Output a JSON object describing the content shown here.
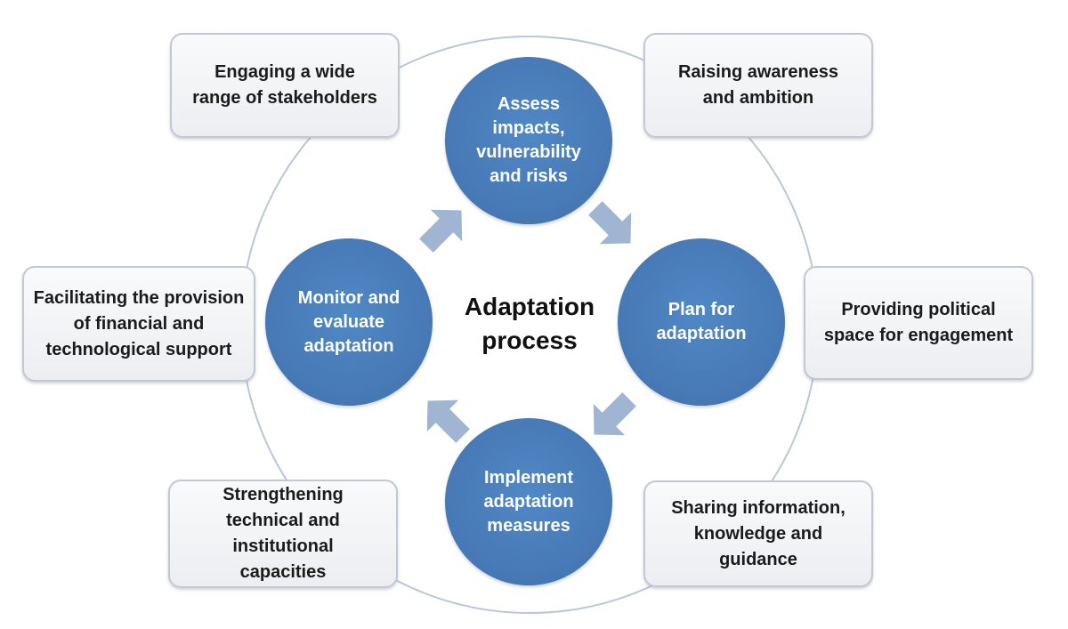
{
  "center": {
    "title": "Adaptation\nprocess"
  },
  "steps": {
    "assess": "Assess\nimpacts,\nvulnerability\nand risks",
    "plan": "Plan for\nadaptation",
    "implement": "Implement\nadaptation\nmeasures",
    "monitor": "Monitor and\nevaluate\nadaptation"
  },
  "activities": {
    "engaging": "Engaging a wide\nrange of stakeholders",
    "raising": "Raising awareness\nand ambition",
    "facilitating": "Facilitating the provision\nof financial and\ntechnological support",
    "providing": "Providing political\nspace for engagement",
    "strengthening": "Strengthening\ntechnical and\ninstitutional\ncapacities",
    "sharing": "Sharing information,\nknowledge and\nguidance"
  },
  "colors": {
    "circle_fill": "#4a7ebb",
    "arrow_fill": "#9fb5d2",
    "box_border": "#c2c8d2",
    "ring_stroke": "#b7c6da"
  }
}
